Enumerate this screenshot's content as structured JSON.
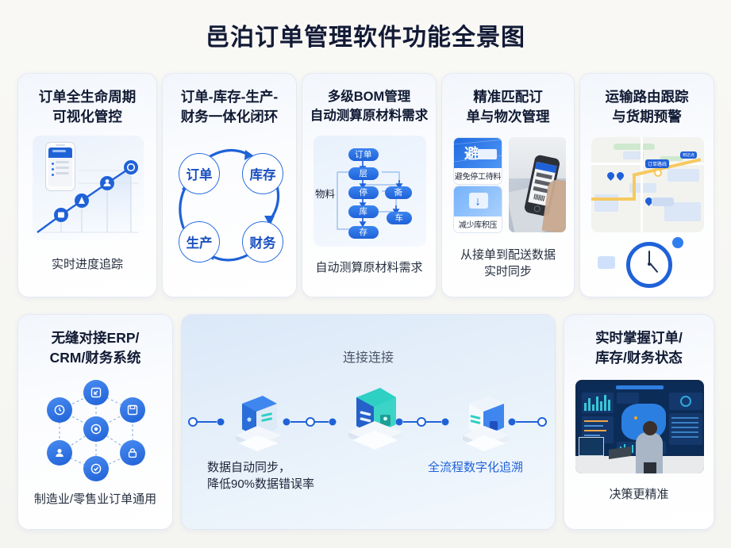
{
  "page": {
    "title": "邑泊订单管理软件功能全景图",
    "background_color": "#f7f7f4",
    "accent_color": "#1f62d8",
    "title_color": "#121a35"
  },
  "cards": [
    {
      "id": "order-lifecycle",
      "title_line1": "订单全生命周期",
      "title_line2": "可视化管控",
      "caption": "实时进度追踪",
      "media": "phone-line-chart"
    },
    {
      "id": "closed-loop",
      "title_line1": "订单-库存-生产-",
      "title_line2": "财务一体化闭环",
      "caption": "",
      "media": "cycle-diagram",
      "cycle_nodes": [
        "订单",
        "库存",
        "财务",
        "生产"
      ]
    },
    {
      "id": "bom",
      "title_line1": "多级BOM管理",
      "title_line2": "自动测算原材料需求",
      "caption": "自动测算原材料需求",
      "media": "bom-tree",
      "bom": {
        "side_label": "物料",
        "nodes": [
          "订单",
          "层",
          "停",
          "斋",
          "库",
          "车",
          "存"
        ]
      }
    },
    {
      "id": "order-match",
      "title_line1": "精准匹配订",
      "title_line2": "单与物次管理",
      "caption_line1": "从接单到配送数据",
      "caption_line2": "实时同步",
      "media": "tiles-and-phone-photo",
      "tiles": [
        {
          "glyph": "避",
          "label": "避免停工待料"
        },
        {
          "glyph": "↓",
          "label": "减少库积压"
        }
      ]
    },
    {
      "id": "transport",
      "title_line1": "运输路由跟踪",
      "title_line2": "与货期预警",
      "caption": "",
      "media": "map-and-clock",
      "map_labels": [
        "订单路线",
        "到达点"
      ]
    },
    {
      "id": "erp-integration",
      "title_line1": "无缝对接ERP/",
      "title_line2": "CRM/财务系统",
      "caption": "制造业/零售业订单通用",
      "media": "hex-network"
    },
    {
      "id": "realtime-status",
      "title_line1": "实时掌握订单/",
      "title_line2": "库存/财务状态",
      "caption": "决策更精准",
      "media": "dashboard-photo"
    }
  ],
  "center_panel": {
    "title": "连接连接",
    "caption_left_line1": "数据自动同步，",
    "caption_left_line2": "降低90%数据错误率",
    "caption_right": "全流程数字化追溯",
    "server_count": 3
  }
}
